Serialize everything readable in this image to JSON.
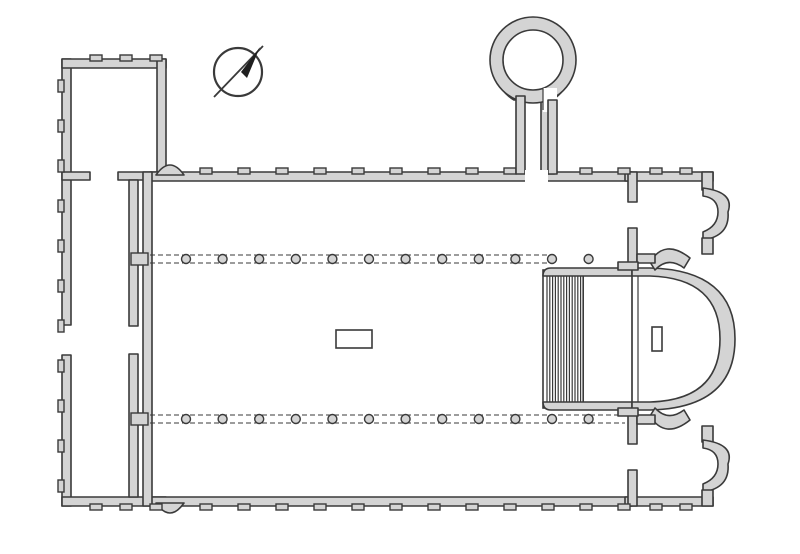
{
  "diagram": {
    "kind": "architectural-floor-plan",
    "fill_color": "#d4d4d4",
    "stroke_color": "#3a3a3a",
    "background": "#ffffff",
    "compass_icon": "north-arrow-icon",
    "nave_column_count_per_row": 12,
    "choir_step_count": 14
  }
}
